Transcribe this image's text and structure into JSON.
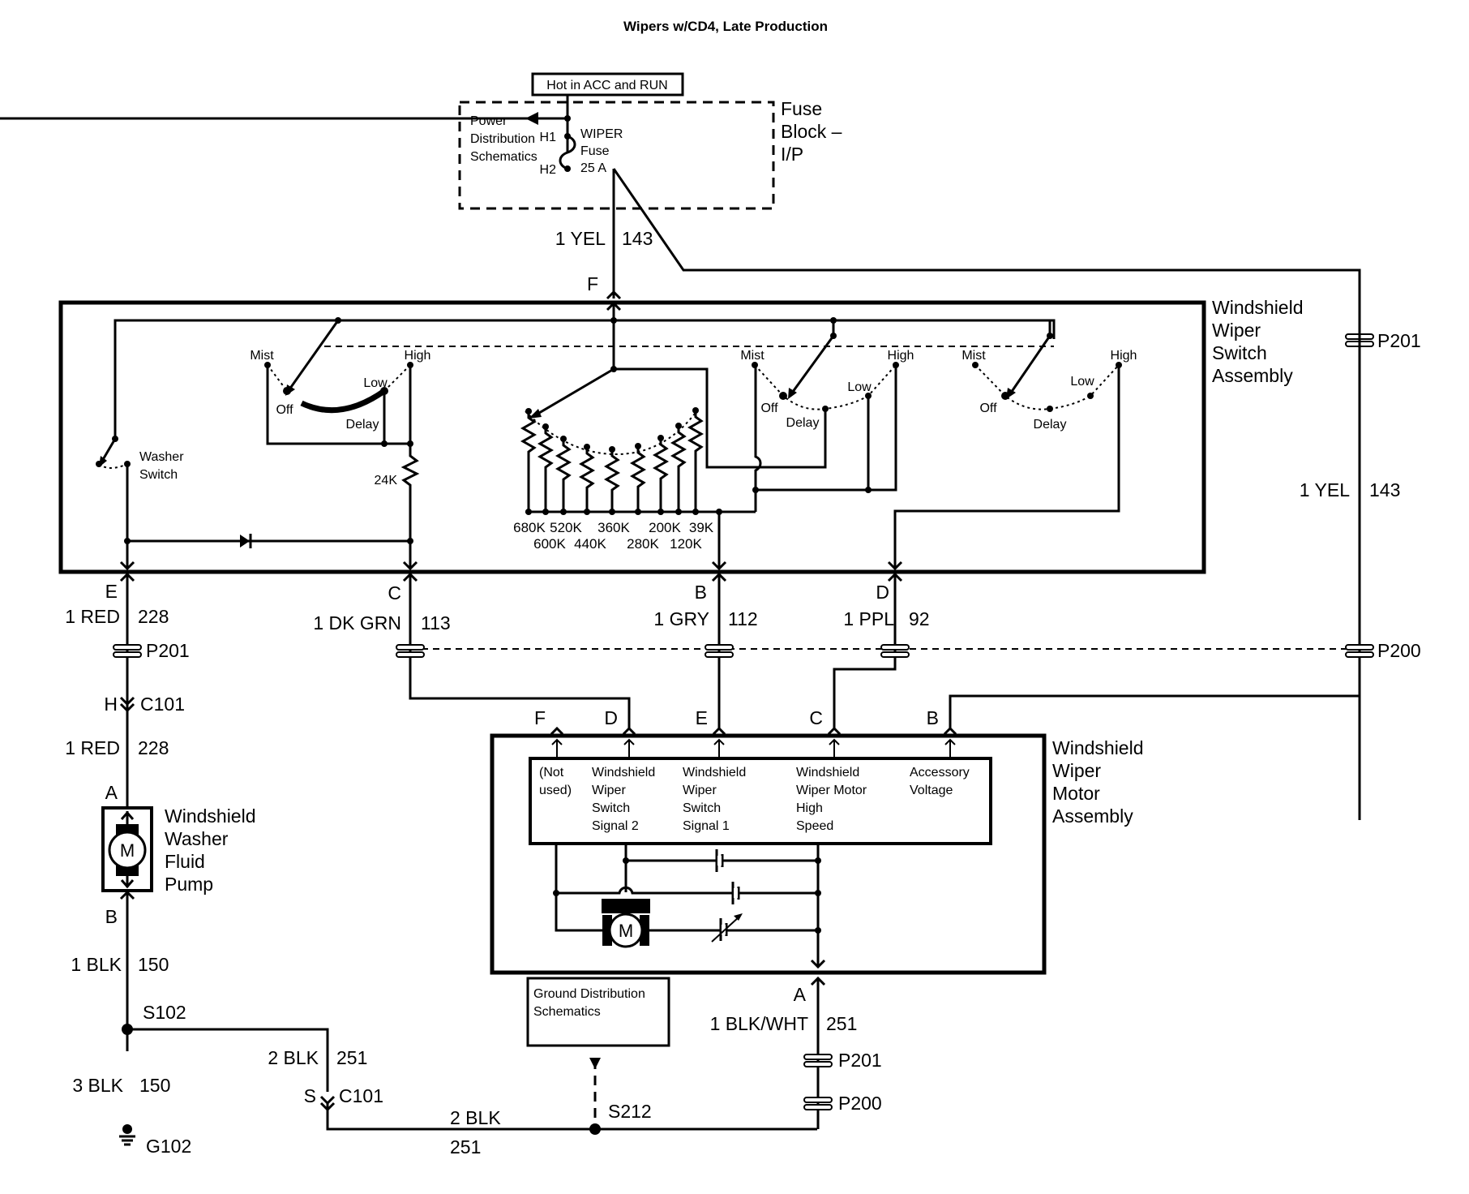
{
  "title": "Wipers w/CD4, Late Production",
  "fuse_block": {
    "hot_label": "Hot in ACC and RUN",
    "name_lines": [
      "Fuse",
      "Block –",
      "I/P"
    ],
    "power_ref_lines": [
      "Power",
      "Distribution",
      "Schematics"
    ],
    "fuse_lines": [
      "WIPER",
      "Fuse",
      "25 A"
    ],
    "terminal_in": "H1",
    "terminal_out": "H2"
  },
  "feed_wire": {
    "gauge_color": "1 YEL",
    "circuit": "143",
    "switch_terminal": "F"
  },
  "right_feed": {
    "gauge_color": "1 YEL",
    "circuit": "143",
    "inline_top": "P201",
    "inline_bottom": "P200"
  },
  "wiper_switch": {
    "name_lines": [
      "Windshield",
      "Wiper",
      "Switch",
      "Assembly"
    ],
    "positions": {
      "mist": "Mist",
      "off": "Off",
      "delay": "Delay",
      "low": "Low",
      "high": "High"
    },
    "washer_lines": [
      "Washer",
      "Switch"
    ],
    "resistor_24k": "24K",
    "delay_resistors_row1": [
      "680K",
      "520K",
      "360K",
      "200K",
      "39K"
    ],
    "delay_resistors_row2": [
      "600K",
      "440K",
      "280K",
      "120K"
    ]
  },
  "switch_outputs": [
    {
      "terminal": "E",
      "gauge_color": "1 RED",
      "circuit": "228"
    },
    {
      "terminal": "C",
      "gauge_color": "1 DK GRN",
      "circuit": "113"
    },
    {
      "terminal": "B",
      "gauge_color": "1 GRY",
      "circuit": "112"
    },
    {
      "terminal": "D",
      "gauge_color": "1 PPL",
      "circuit": "92"
    }
  ],
  "inline_connectors": {
    "p201": "P201",
    "p200": "P200"
  },
  "washer_branch": {
    "connector": "C101",
    "terminal": "H",
    "gauge_color": "1 RED",
    "circuit": "228",
    "pump_terminal_top": "A",
    "pump_terminal_bottom": "B",
    "pump_lines": [
      "Windshield",
      "Washer",
      "Fluid",
      "Pump"
    ],
    "motor_symbol": "M"
  },
  "ground_left": {
    "wire1": {
      "gauge_color": "1 BLK",
      "circuit": "150"
    },
    "splice": "S102",
    "wire2": {
      "gauge_color": "3 BLK",
      "circuit": "150"
    },
    "ground": "G102",
    "branch": {
      "gauge_color": "2 BLK",
      "circuit": "251",
      "terminal": "S",
      "connector": "C101"
    },
    "bottom_wire": {
      "gauge_color": "2 BLK",
      "circuit": "251"
    }
  },
  "wiper_motor": {
    "name_lines": [
      "Windshield",
      "Wiper",
      "Motor",
      "Assembly"
    ],
    "terminals": [
      {
        "terminal": "F",
        "lines": [
          "(Not",
          "used)"
        ]
      },
      {
        "terminal": "D",
        "lines": [
          "Windshield",
          "Wiper",
          "Switch",
          "Signal 2"
        ]
      },
      {
        "terminal": "E",
        "lines": [
          "Windshield",
          "Wiper",
          "Switch",
          "Signal 1"
        ]
      },
      {
        "terminal": "C",
        "lines": [
          "Windshield",
          "Wiper Motor",
          "High",
          "Speed"
        ]
      },
      {
        "terminal": "B",
        "lines": [
          "Accessory",
          "Voltage"
        ]
      }
    ],
    "motor_symbol": "M",
    "ground_terminal": "A"
  },
  "ground_right": {
    "gauge_color": "1 BLK/WHT",
    "circuit": "251",
    "inline_top": "P201",
    "inline_bottom": "P200",
    "splice": "S212",
    "ground_ref_lines": [
      "Ground Distribution",
      "Schematics"
    ]
  }
}
